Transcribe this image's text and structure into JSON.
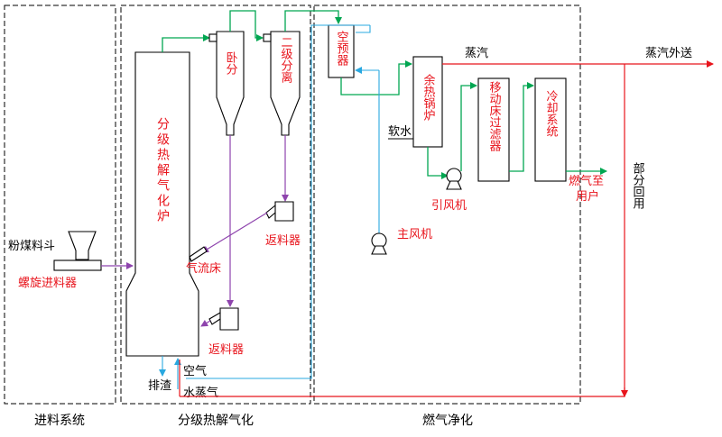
{
  "colors": {
    "gas_line": "#00a651",
    "steam_line": "#e8141c",
    "air_line": "#29a8e0",
    "return_line": "#8e44ad",
    "label_red": "#e8141c"
  },
  "sections": {
    "feed": "进料系统",
    "pyrolysis": "分级热解气化",
    "purification": "燃气净化"
  },
  "equipment": {
    "gasifier": "分级热解气化炉",
    "cyclone1": "卧分",
    "cyclone2": "二级分离",
    "preheater": "空预器",
    "boiler": "余热锅炉",
    "filter": "移动床过滤器",
    "cooler": "冷却系统",
    "screw_feeder": "螺旋进料器",
    "return_feeder_1": "返料器",
    "return_feeder_2": "返料器",
    "induced_fan": "引风机",
    "main_fan": "主风机"
  },
  "labels": {
    "coal_hopper": "粉煤料斗",
    "fluidized_bed": "气流床",
    "air": "空气",
    "water_steam": "水蒸气",
    "slag": "排渣",
    "soft_water": "软水",
    "steam": "蒸汽",
    "steam_out": "蒸汽外送",
    "gas_to_user": "燃气至用户",
    "partial_return": "部分回用"
  }
}
